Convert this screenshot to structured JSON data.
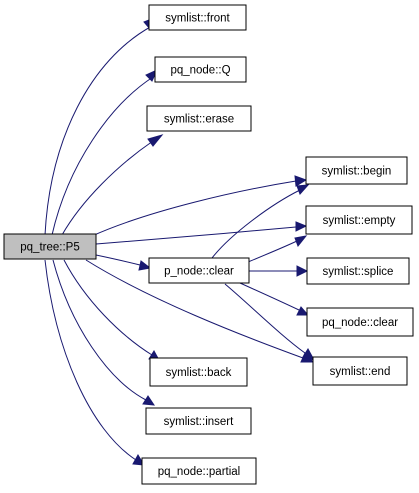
{
  "graph": {
    "edge_color": "#191970",
    "root_fill": "#bfbfbf",
    "nodes": [
      {
        "id": "root",
        "label": "pq_tree::P5"
      },
      {
        "id": "front",
        "label": "symlist::front"
      },
      {
        "id": "q",
        "label": "pq_node::Q"
      },
      {
        "id": "erase",
        "label": "symlist::erase"
      },
      {
        "id": "pclear",
        "label": "p_node::clear"
      },
      {
        "id": "back",
        "label": "symlist::back"
      },
      {
        "id": "insert",
        "label": "symlist::insert"
      },
      {
        "id": "partial",
        "label": "pq_node::partial"
      },
      {
        "id": "begin",
        "label": "symlist::begin"
      },
      {
        "id": "empty",
        "label": "symlist::empty"
      },
      {
        "id": "splice",
        "label": "symlist::splice"
      },
      {
        "id": "pqclear",
        "label": "pq_node::clear"
      },
      {
        "id": "end",
        "label": "symlist::end"
      }
    ],
    "edges": [
      {
        "from": "root",
        "to": "front"
      },
      {
        "from": "root",
        "to": "q"
      },
      {
        "from": "root",
        "to": "erase"
      },
      {
        "from": "root",
        "to": "begin"
      },
      {
        "from": "root",
        "to": "empty"
      },
      {
        "from": "root",
        "to": "pclear"
      },
      {
        "from": "root",
        "to": "end"
      },
      {
        "from": "root",
        "to": "back"
      },
      {
        "from": "root",
        "to": "insert"
      },
      {
        "from": "root",
        "to": "partial"
      },
      {
        "from": "pclear",
        "to": "begin"
      },
      {
        "from": "pclear",
        "to": "empty"
      },
      {
        "from": "pclear",
        "to": "splice"
      },
      {
        "from": "pclear",
        "to": "pqclear"
      },
      {
        "from": "pclear",
        "to": "end"
      }
    ]
  }
}
